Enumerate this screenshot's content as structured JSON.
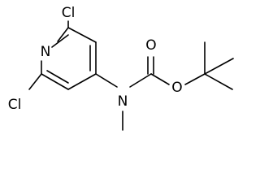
{
  "atoms": {
    "cl_top": "Cl",
    "cl_bottom": "Cl",
    "n_ring": "N",
    "n_amine": "N",
    "o_carbonyl": "O",
    "o_ester": "O"
  },
  "colors": {
    "ink": "#000000",
    "background": "#ffffff"
  }
}
